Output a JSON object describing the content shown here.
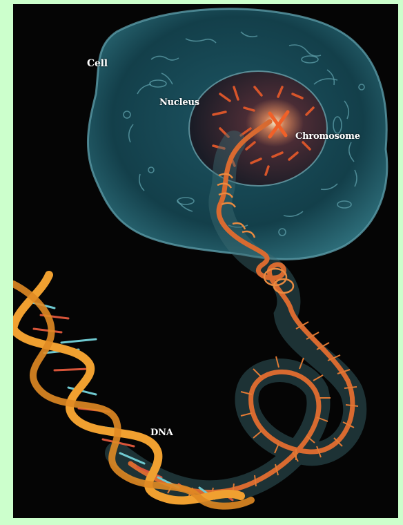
{
  "labels": {
    "cell": "Cell",
    "nucleus": "Nucleus",
    "chromosome": "Chromosome",
    "dna": "DNA"
  },
  "colors": {
    "page_background": "#ccffcc",
    "frame_background": "#050505",
    "cell_membrane": "#2f6b78",
    "cytoplasm": "#123e48",
    "nucleus": "#2a1e2a",
    "chromosome": "#e8602a",
    "dna_backbone": "#f0a030",
    "dna_rungs_blue": "#6fc9d0",
    "dna_rungs_red": "#d8553a"
  }
}
